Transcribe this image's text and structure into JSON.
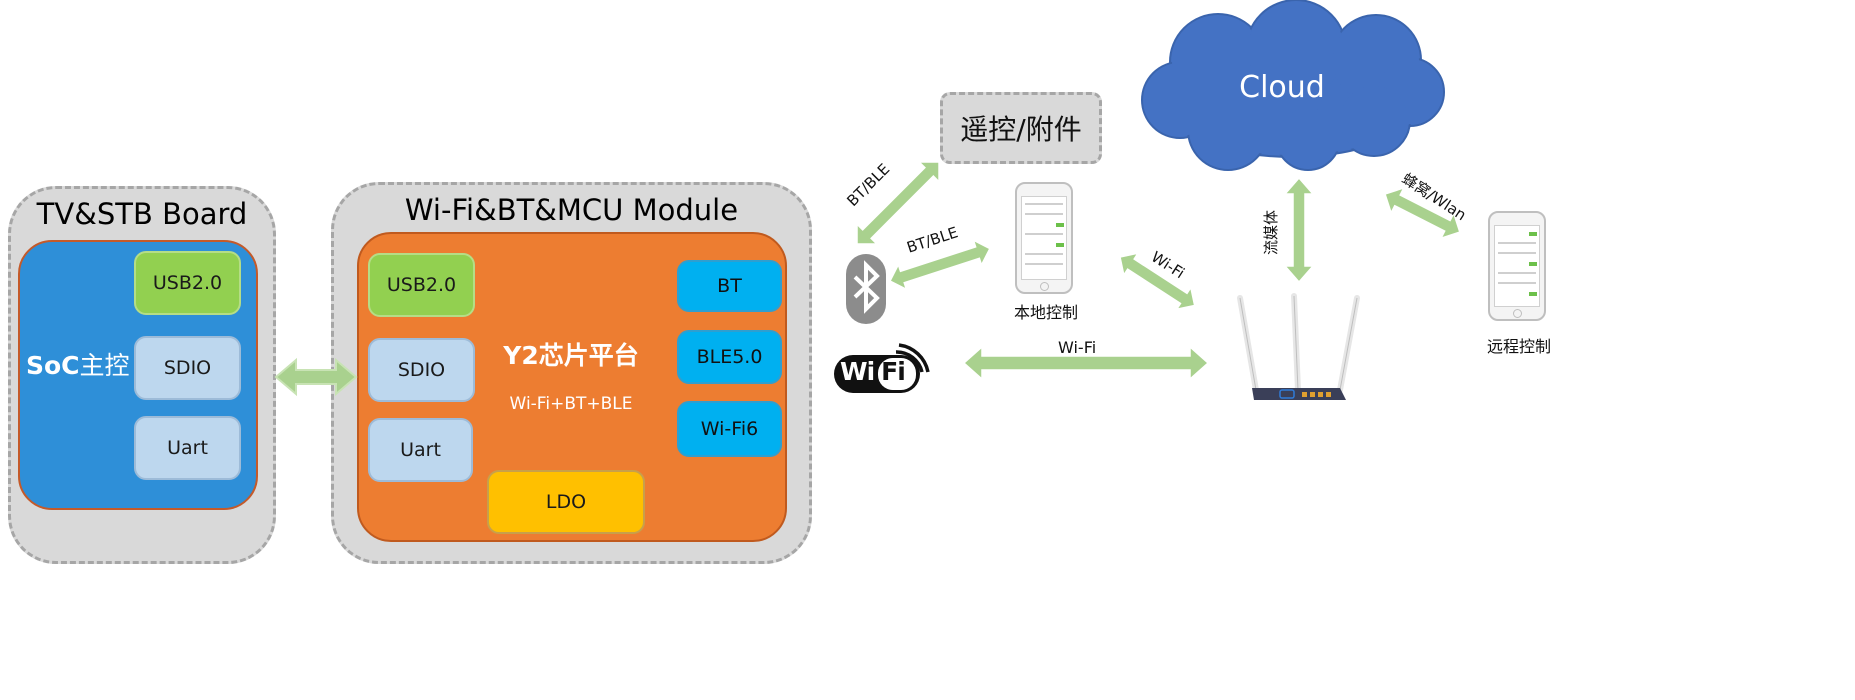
{
  "tv_board": {
    "title": "TV&STB Board",
    "soc_label_bold": "SoC",
    "soc_label_rest": "主控",
    "usb": "USB2.0",
    "sdio": "SDIO",
    "uart": "Uart"
  },
  "module": {
    "title": "Wi-Fi&BT&MCU Module",
    "usb": "USB2.0",
    "sdio": "SDIO",
    "uart": "Uart",
    "platform_bold": "Y2",
    "platform_rest": "芯片平台",
    "platform_sub": "Wi-Fi+BT+BLE",
    "ldo": "LDO",
    "bt": "BT",
    "ble": "BLE5.0",
    "wifi6": "Wi-Fi6"
  },
  "remote": {
    "label": "遥控/附件"
  },
  "cloud": {
    "label": "Cloud"
  },
  "links": {
    "bt_ble_1": "BT/BLE",
    "bt_ble_2": "BT/BLE",
    "wifi_phone": "Wi-Fi",
    "wifi_main": "Wi-Fi",
    "streaming": "流媒体",
    "cellular": "蜂窝/Wlan"
  },
  "phones": {
    "local": "本地控制",
    "remote": "远程控制"
  },
  "wifi_logo": {
    "wi": "Wi",
    "fi": "Fi"
  },
  "colors": {
    "arrow": "#a9d18e",
    "cloud": "#4472c4",
    "soc": "#2e8fd8",
    "y2": "#ed7d31",
    "chip_green": "#92d050",
    "chip_blue": "#bdd7ee",
    "chip_cyan": "#00b0f0",
    "chip_yellow": "#ffc000"
  },
  "icons": [
    "bluetooth-icon",
    "wifi-logo-icon",
    "router-icon",
    "phone-icon",
    "cloud-icon"
  ]
}
